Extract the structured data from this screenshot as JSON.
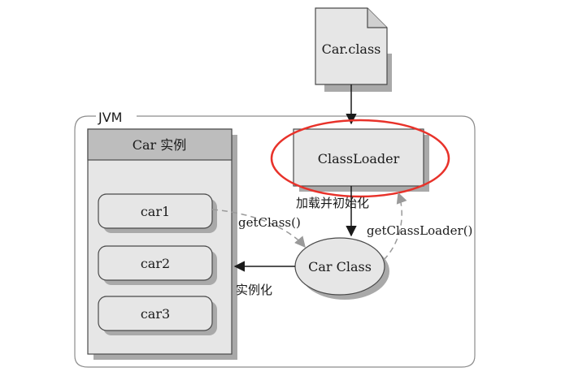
{
  "jvm_label": "JVM",
  "class_file": {
    "label": "Car.class"
  },
  "class_loader": {
    "label": "ClassLoader"
  },
  "instances_panel": {
    "title": "Car 实例"
  },
  "instances": [
    {
      "label": "car1"
    },
    {
      "label": "car2"
    },
    {
      "label": "car3"
    }
  ],
  "class_object": {
    "label": "Car Class"
  },
  "edges": {
    "load_init": "加载并初始化",
    "get_class": "getClass()",
    "get_class_loader": "getClassLoader()",
    "instantiate": "实例化"
  },
  "colors": {
    "box_fill": "#e6e6e6",
    "header_fill": "#bdbdbd",
    "shadow": "#a9a9a9",
    "highlight_ring": "#e8322a",
    "dashed_arrow": "#9a9a9a"
  }
}
